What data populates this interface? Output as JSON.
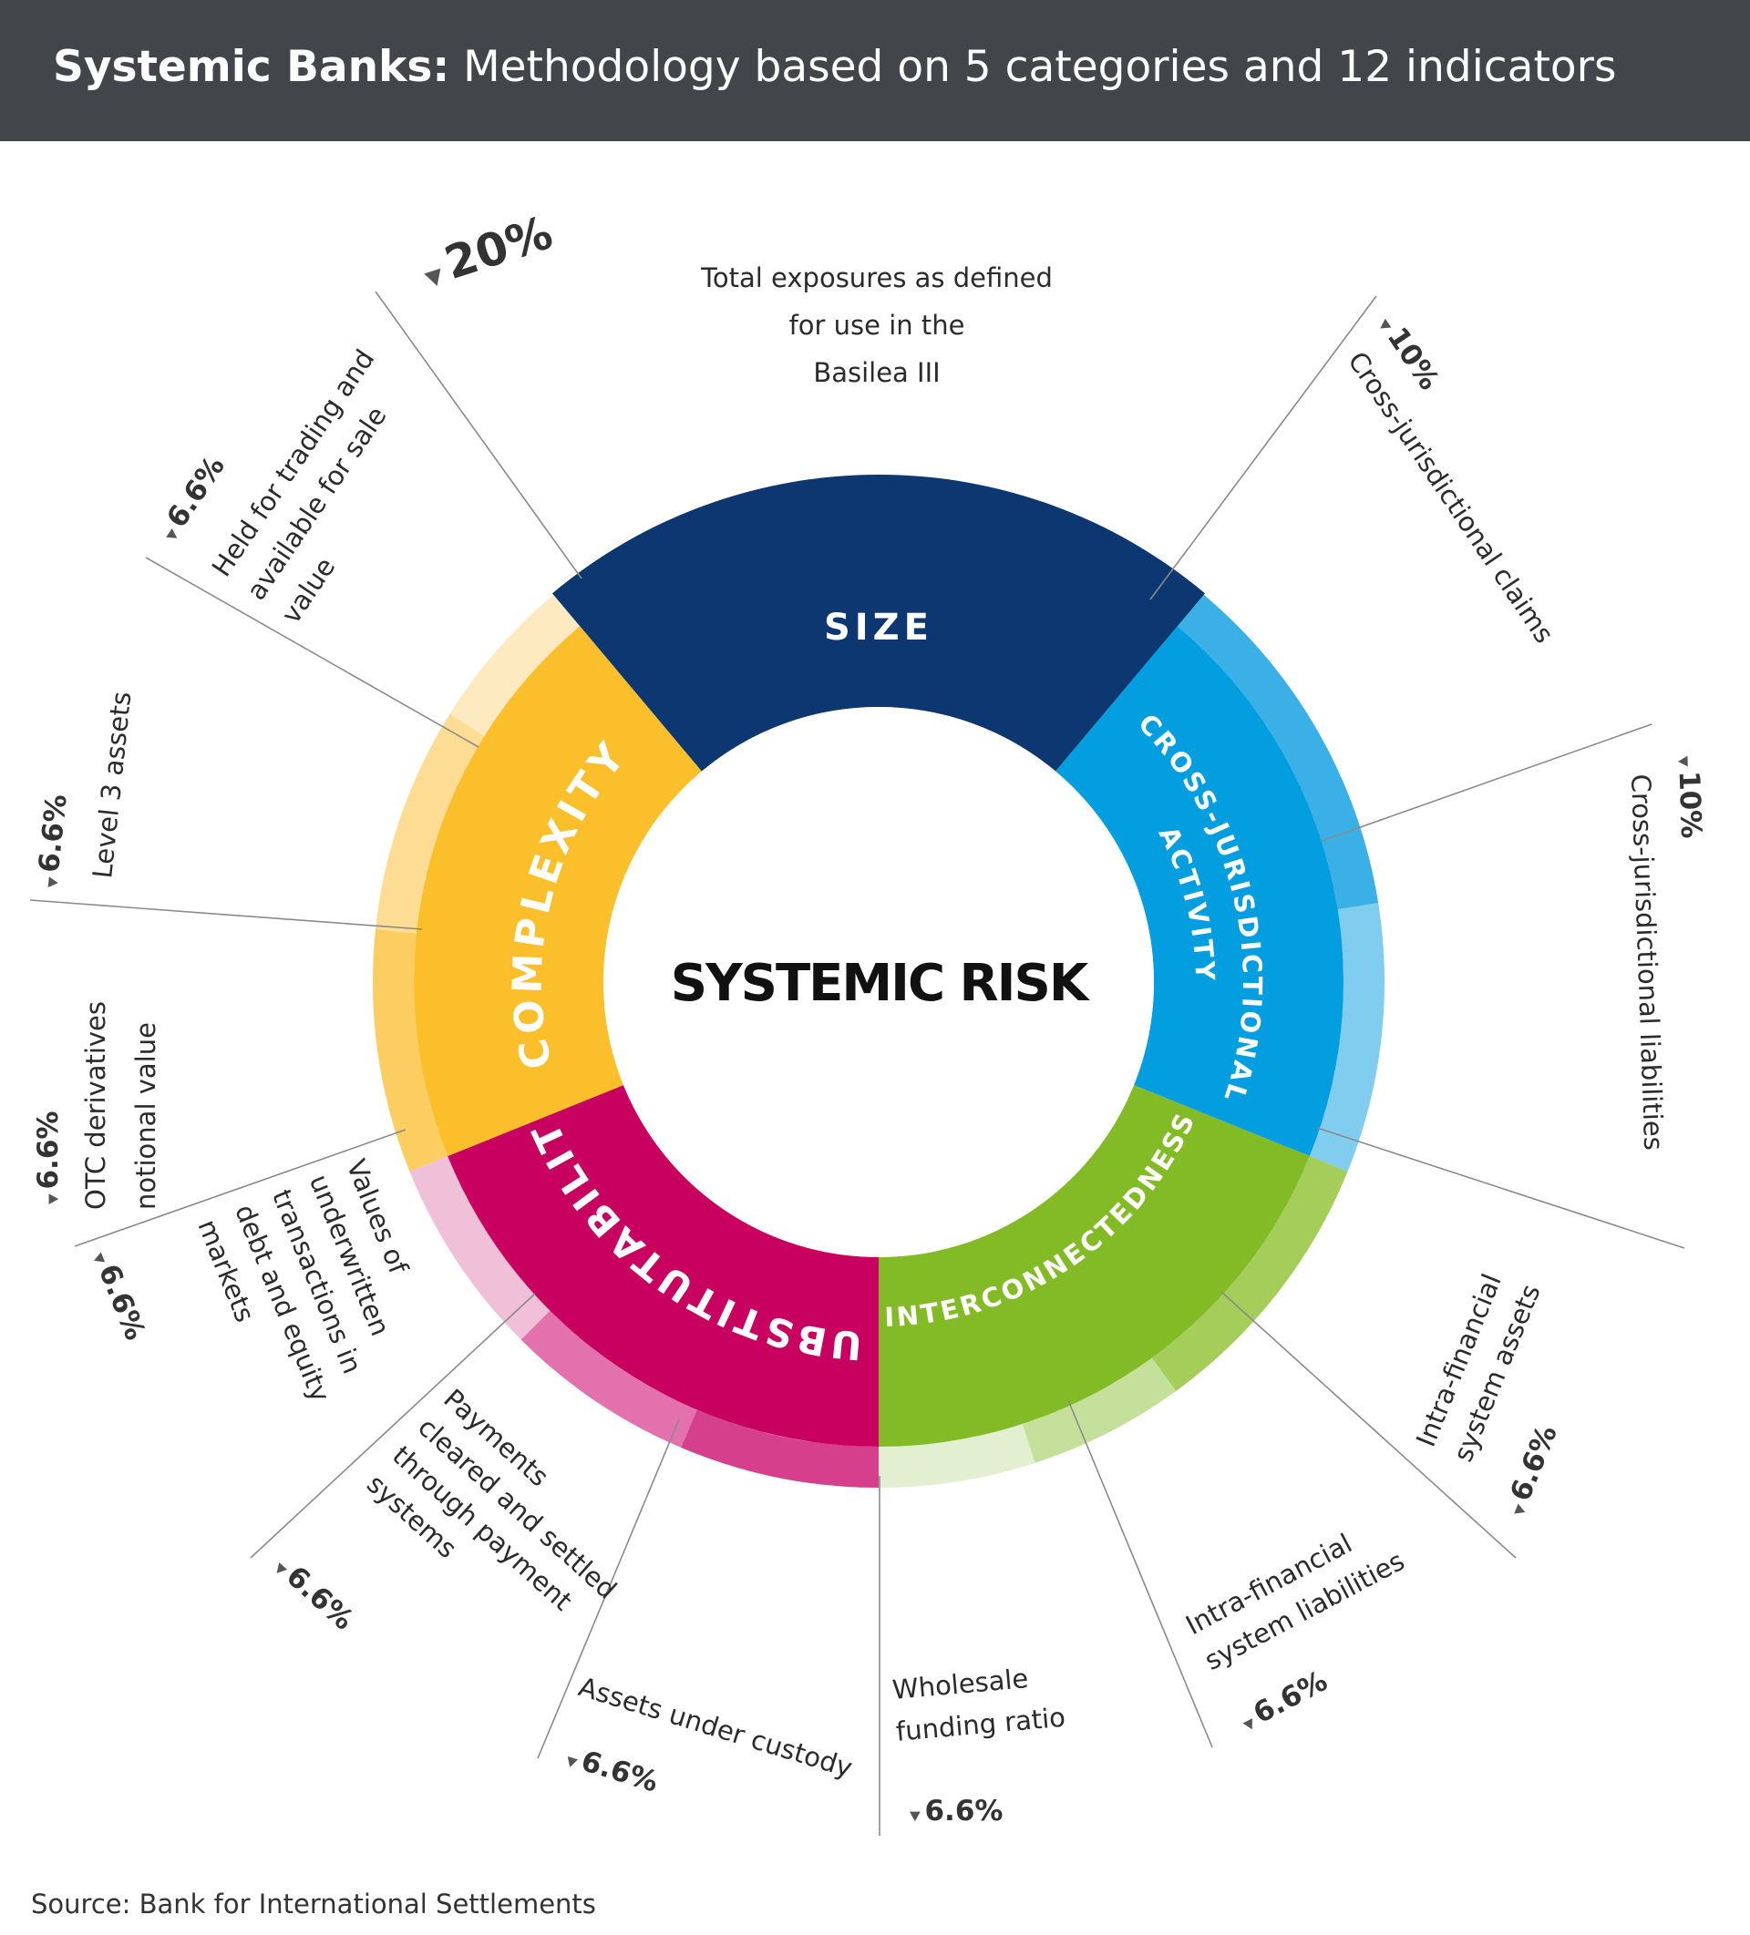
{
  "header": {
    "title_bold": "Systemic Banks:",
    "title_rest": " Methodology based on 5 categories and 12 indicators"
  },
  "center_label": "SYSTEMIC RISK",
  "colors": {
    "header_bg": "#424549",
    "size": "#0d3770",
    "cross": "#039ee0",
    "cross_ring": [
      "#3ab0e6",
      "#80cdf0"
    ],
    "inter": "#82bb25",
    "inter_ring": [
      "#a4cd59",
      "#c4e09a",
      "#e2efd0"
    ],
    "subst": "#c8005f",
    "subst_ring": [
      "#f0bfd8",
      "#e271ad",
      "#d53f8b"
    ],
    "comp": "#fbbf2c",
    "comp_ring": [
      "#feeac1",
      "#fddd93",
      "#fccd61"
    ]
  },
  "categories": [
    {
      "id": "size",
      "label": "SIZE",
      "weight": "20%"
    },
    {
      "id": "cross",
      "label_lines": [
        "CROSS-JURISDICTIONAL",
        "ACTIVITY"
      ],
      "weight": "20%"
    },
    {
      "id": "inter",
      "label": "INTERCONNECTEDNESS",
      "weight": "20%"
    },
    {
      "id": "subst",
      "label": "SUBSTITUTABILITY",
      "weight": "20%"
    },
    {
      "id": "comp",
      "label": "COMPLEXITY",
      "weight": "20%"
    }
  ],
  "indicators": [
    {
      "id": "total-exposures",
      "category": "size",
      "lines": [
        "Total exposures as defined",
        "for use in the",
        "Basilea III"
      ],
      "pct": "20%"
    },
    {
      "id": "cross-claims",
      "category": "cross",
      "lines": [
        "Cross-jurisdictional claims"
      ],
      "pct": "10%"
    },
    {
      "id": "cross-liabilities",
      "category": "cross",
      "lines": [
        "Cross-jurisdictional liabilities"
      ],
      "pct": "10%"
    },
    {
      "id": "intra-assets",
      "category": "inter",
      "lines": [
        "Intra-financial",
        "system assets"
      ],
      "pct": "6.6%"
    },
    {
      "id": "intra-liabilities",
      "category": "inter",
      "lines": [
        "Intra-financial",
        "system liabilities"
      ],
      "pct": "6.6%"
    },
    {
      "id": "wholesale-funding",
      "category": "inter",
      "lines": [
        "Wholesale",
        "funding ratio"
      ],
      "pct": "6.6%"
    },
    {
      "id": "assets-custody",
      "category": "subst",
      "lines": [
        "Assets under custody"
      ],
      "pct": "6.6%"
    },
    {
      "id": "payments",
      "category": "subst",
      "lines": [
        "Payments",
        "cleared and settled",
        "through payment",
        "systems"
      ],
      "pct": "6.6%"
    },
    {
      "id": "underwritten",
      "category": "subst",
      "lines": [
        "Values of",
        "underwritten",
        "transactions in",
        "debt and equity",
        "markets"
      ],
      "pct": "6.6%"
    },
    {
      "id": "otc-derivatives",
      "category": "comp",
      "lines": [
        "OTC derivatives",
        "notional value"
      ],
      "pct": "6.6%"
    },
    {
      "id": "level3-assets",
      "category": "comp",
      "lines": [
        "Level 3 assets"
      ],
      "pct": "6.6%"
    },
    {
      "id": "held-for-trading",
      "category": "comp",
      "lines": [
        "Held for trading and",
        "available for sale",
        "value"
      ],
      "pct": "6.6%"
    }
  ],
  "source": "Source: Bank for International Settlements"
}
